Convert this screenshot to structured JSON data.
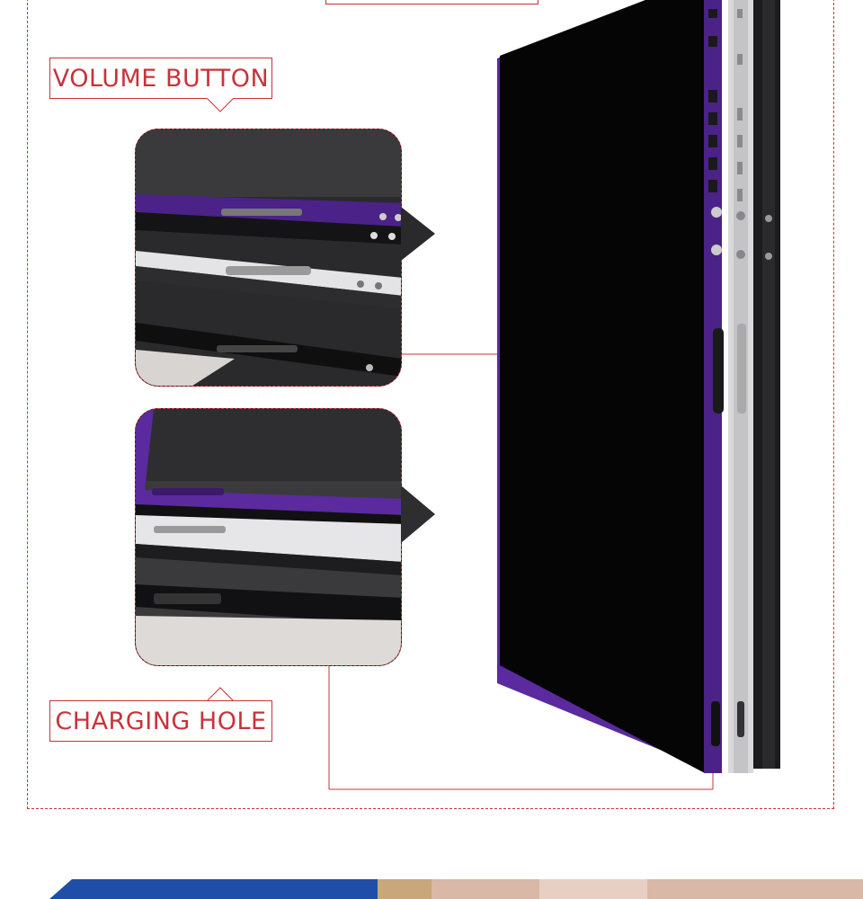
{
  "labels": {
    "volume_button": "VOLUME BUTTON",
    "charging_hole": "CHARGING HOLE"
  },
  "colors": {
    "accent": "#c7343a",
    "purple_frame": "#5a2a9e",
    "white_frame": "#d6d6d6",
    "black_frame": "#1a1a1a"
  },
  "icons": {
    "volume_pointer": "triangle-down",
    "charging_pointer": "triangle-up"
  }
}
